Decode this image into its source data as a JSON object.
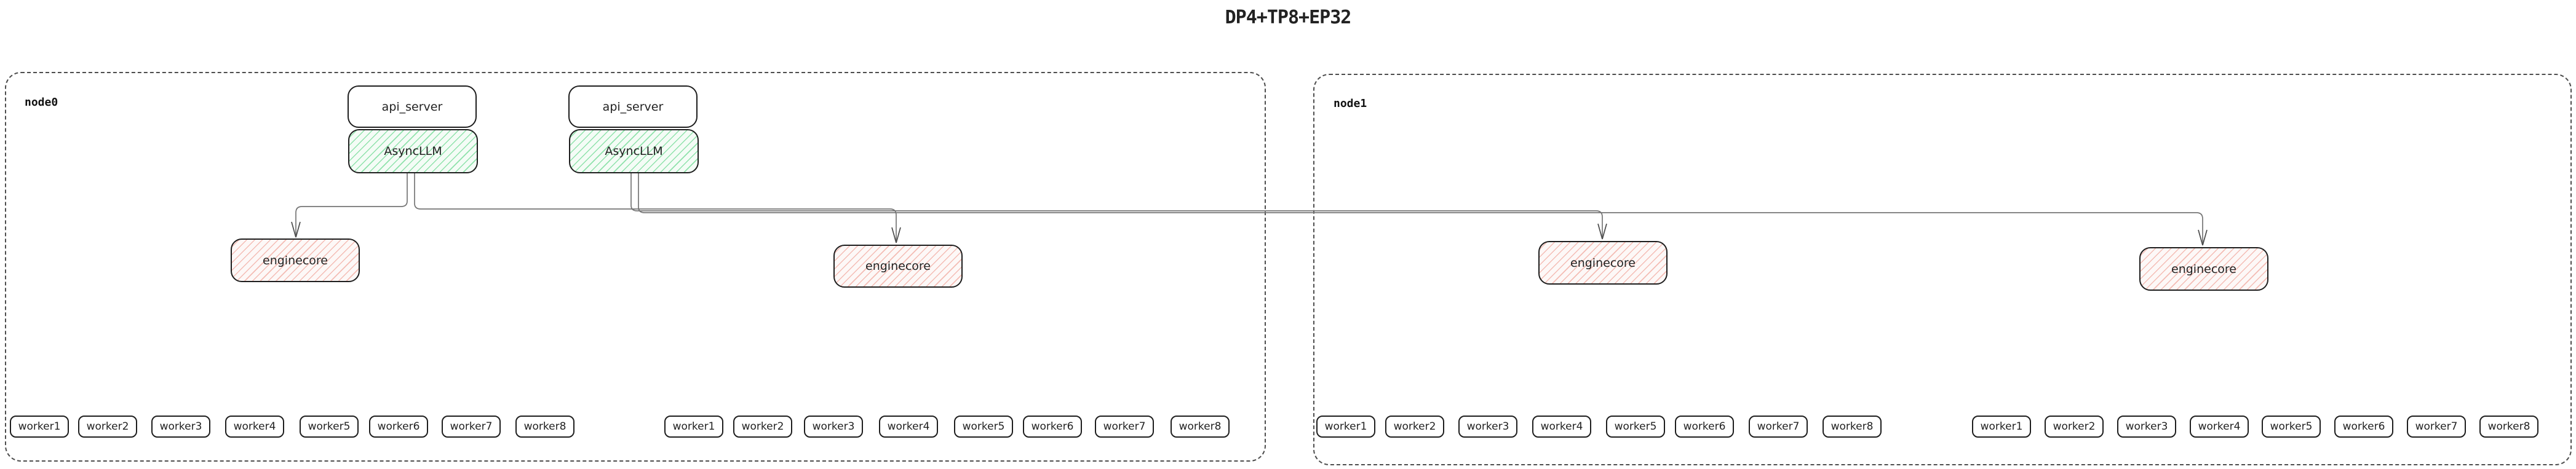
{
  "title": "DP4+TP8+EP32",
  "node0": {
    "label": "node0",
    "stack1": {
      "api": "api_server",
      "llm": "AsyncLLM"
    },
    "stack2": {
      "api": "api_server",
      "llm": "AsyncLLM"
    },
    "enginecore1": "enginecore",
    "enginecore2": "enginecore",
    "workers1": [
      "worker1",
      "worker2",
      "worker3",
      "worker4",
      "worker5",
      "worker6",
      "worker7",
      "worker8"
    ],
    "workers2": [
      "worker1",
      "worker2",
      "worker3",
      "worker4",
      "worker5",
      "worker6",
      "worker7",
      "worker8"
    ]
  },
  "node1": {
    "label": "node1",
    "enginecore1": "enginecore",
    "enginecore2": "enginecore",
    "workers1": [
      "worker1",
      "worker2",
      "worker3",
      "worker4",
      "worker5",
      "worker6",
      "worker7",
      "worker8"
    ],
    "workers2": [
      "worker1",
      "worker2",
      "worker3",
      "worker4",
      "worker5",
      "worker6",
      "worker7",
      "worker8"
    ]
  },
  "colors": {
    "asyncllm_hatch": "#8fe2ab",
    "asyncllm_bg": "#f4fcf6",
    "enginecore_hatch": "#f4bcb4",
    "enginecore_bg": "#fdf8f7",
    "box_border": "#1e1e1e",
    "node_border": "#4d4d4d",
    "edge": "#757575"
  }
}
